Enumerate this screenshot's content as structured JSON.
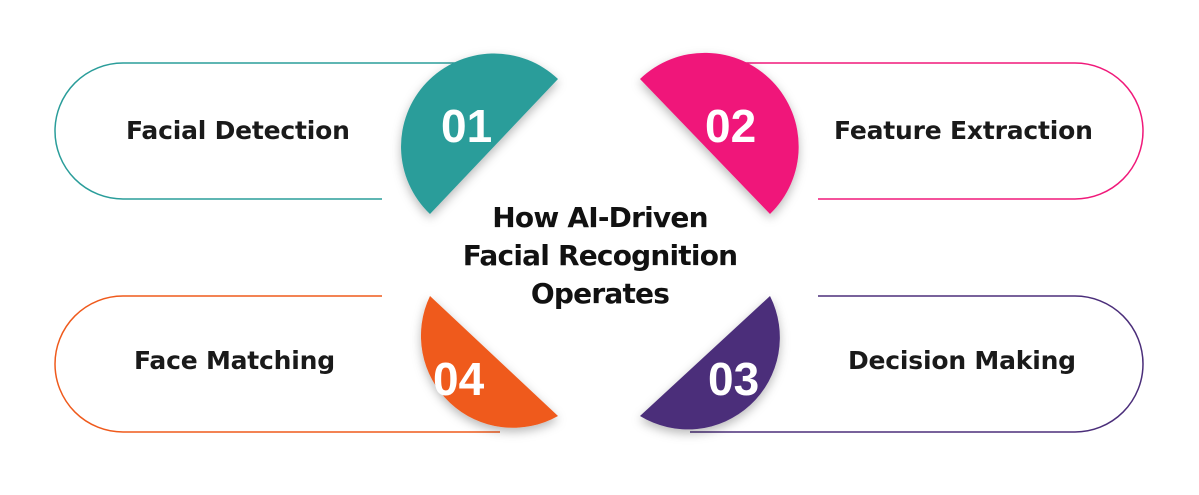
{
  "title": {
    "line1": "How AI-Driven",
    "line2": "Facial Recognition",
    "line3": "Operates"
  },
  "steps": [
    {
      "number": "01",
      "label": "Facial Detection",
      "color": "#2a9d9a"
    },
    {
      "number": "02",
      "label": "Feature Extraction",
      "color": "#f0197a"
    },
    {
      "number": "03",
      "label": "Decision Making",
      "color": "#4b2e7a"
    },
    {
      "number": "04",
      "label": "Face Matching",
      "color": "#ef5a1c"
    }
  ]
}
